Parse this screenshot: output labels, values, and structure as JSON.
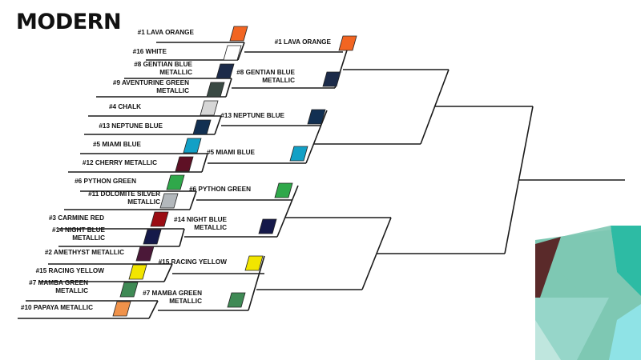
{
  "title": "MODERN",
  "round1": [
    {
      "lines": [
        "#1 LAVA ORANGE"
      ],
      "color": "#f26522"
    },
    {
      "lines": [
        "#16 WHITE"
      ],
      "color": "#ffffff"
    },
    {
      "lines": [
        "#8 GENTIAN BLUE",
        "METALLIC"
      ],
      "color": "#1c2b4a"
    },
    {
      "lines": [
        "#9 AVENTURINE GREEN",
        "METALLIC"
      ],
      "color": "#3a4a44"
    },
    {
      "lines": [
        "#4 CHALK"
      ],
      "color": "#d6d6d6"
    },
    {
      "lines": [
        "#13 NEPTUNE BLUE"
      ],
      "color": "#123052"
    },
    {
      "lines": [
        "#5 MIAMI BLUE"
      ],
      "color": "#12a0c6"
    },
    {
      "lines": [
        "#12 CHERRY METALLIC"
      ],
      "color": "#5e1025"
    },
    {
      "lines": [
        "#6 PYTHON GREEN"
      ],
      "color": "#2fa84a"
    },
    {
      "lines": [
        "#11 DOLOMITE SILVER",
        "METALLIC"
      ],
      "color": "#b3b8bc"
    },
    {
      "lines": [
        "#3 CARMINE RED"
      ],
      "color": "#9b0d14"
    },
    {
      "lines": [
        "#14 NIGHT BLUE",
        "METALLIC"
      ],
      "color": "#15194a"
    },
    {
      "lines": [
        "#2 AMETHYST METALLIC"
      ],
      "color": "#4b1838"
    },
    {
      "lines": [
        "#15 RACING YELLOW"
      ],
      "color": "#f2e500"
    },
    {
      "lines": [
        "#7 MAMBA GREEN",
        "METALLIC"
      ],
      "color": "#3f8a55"
    },
    {
      "lines": [
        "#10 PAPAYA METALLIC"
      ],
      "color": "#f0924a"
    }
  ],
  "round2": [
    {
      "lines": [
        "#1 LAVA ORANGE"
      ],
      "color": "#f26522"
    },
    {
      "lines": [
        "#8 GENTIAN BLUE",
        "METALLIC"
      ],
      "color": "#1c2b4a"
    },
    {
      "lines": [
        "#13 NEPTUNE BLUE"
      ],
      "color": "#123052"
    },
    {
      "lines": [
        "#5 MIAMI BLUE"
      ],
      "color": "#12a0c6"
    },
    {
      "lines": [
        "#6 PYTHON GREEN"
      ],
      "color": "#2fa84a"
    },
    {
      "lines": [
        "#14 NIGHT BLUE",
        "METALLIC"
      ],
      "color": "#15194a"
    },
    {
      "lines": [
        "#15 RACING YELLOW"
      ],
      "color": "#f2e500"
    },
    {
      "lines": [
        "#7 MAMBA GREEN",
        "METALLIC"
      ],
      "color": "#3f8a55"
    }
  ],
  "decor_colors": [
    "#7ec8b3",
    "#2dbba4",
    "#5a2a2a",
    "#9ad8cc",
    "#bfe6de",
    "#8fe3e6"
  ]
}
